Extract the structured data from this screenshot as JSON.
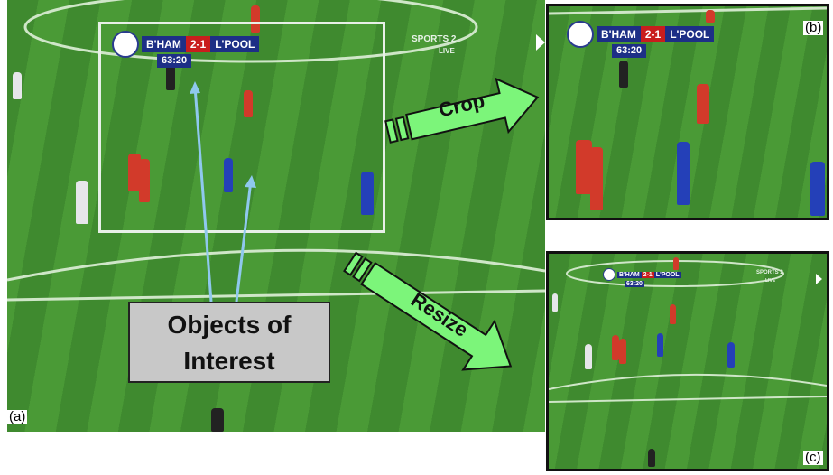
{
  "panels": {
    "a": {
      "label": "(a)"
    },
    "b": {
      "label": "(b)"
    },
    "c": {
      "label": "(c)"
    }
  },
  "scoreboard": {
    "home": "B'HAM",
    "score": "2-1",
    "away": "L'POOL",
    "time": "63:20"
  },
  "broadcast": {
    "channel": "SPORTS 2",
    "status": "LIVE"
  },
  "annotations": {
    "crop_label": "Crop",
    "resize_label": "Resize",
    "objects_line1": "Objects of",
    "objects_line2": "Interest"
  },
  "colors": {
    "arrow_fill": "#7cf57a",
    "callout_line": "#8fc8ee",
    "crop_box": "#e8f0e8"
  }
}
